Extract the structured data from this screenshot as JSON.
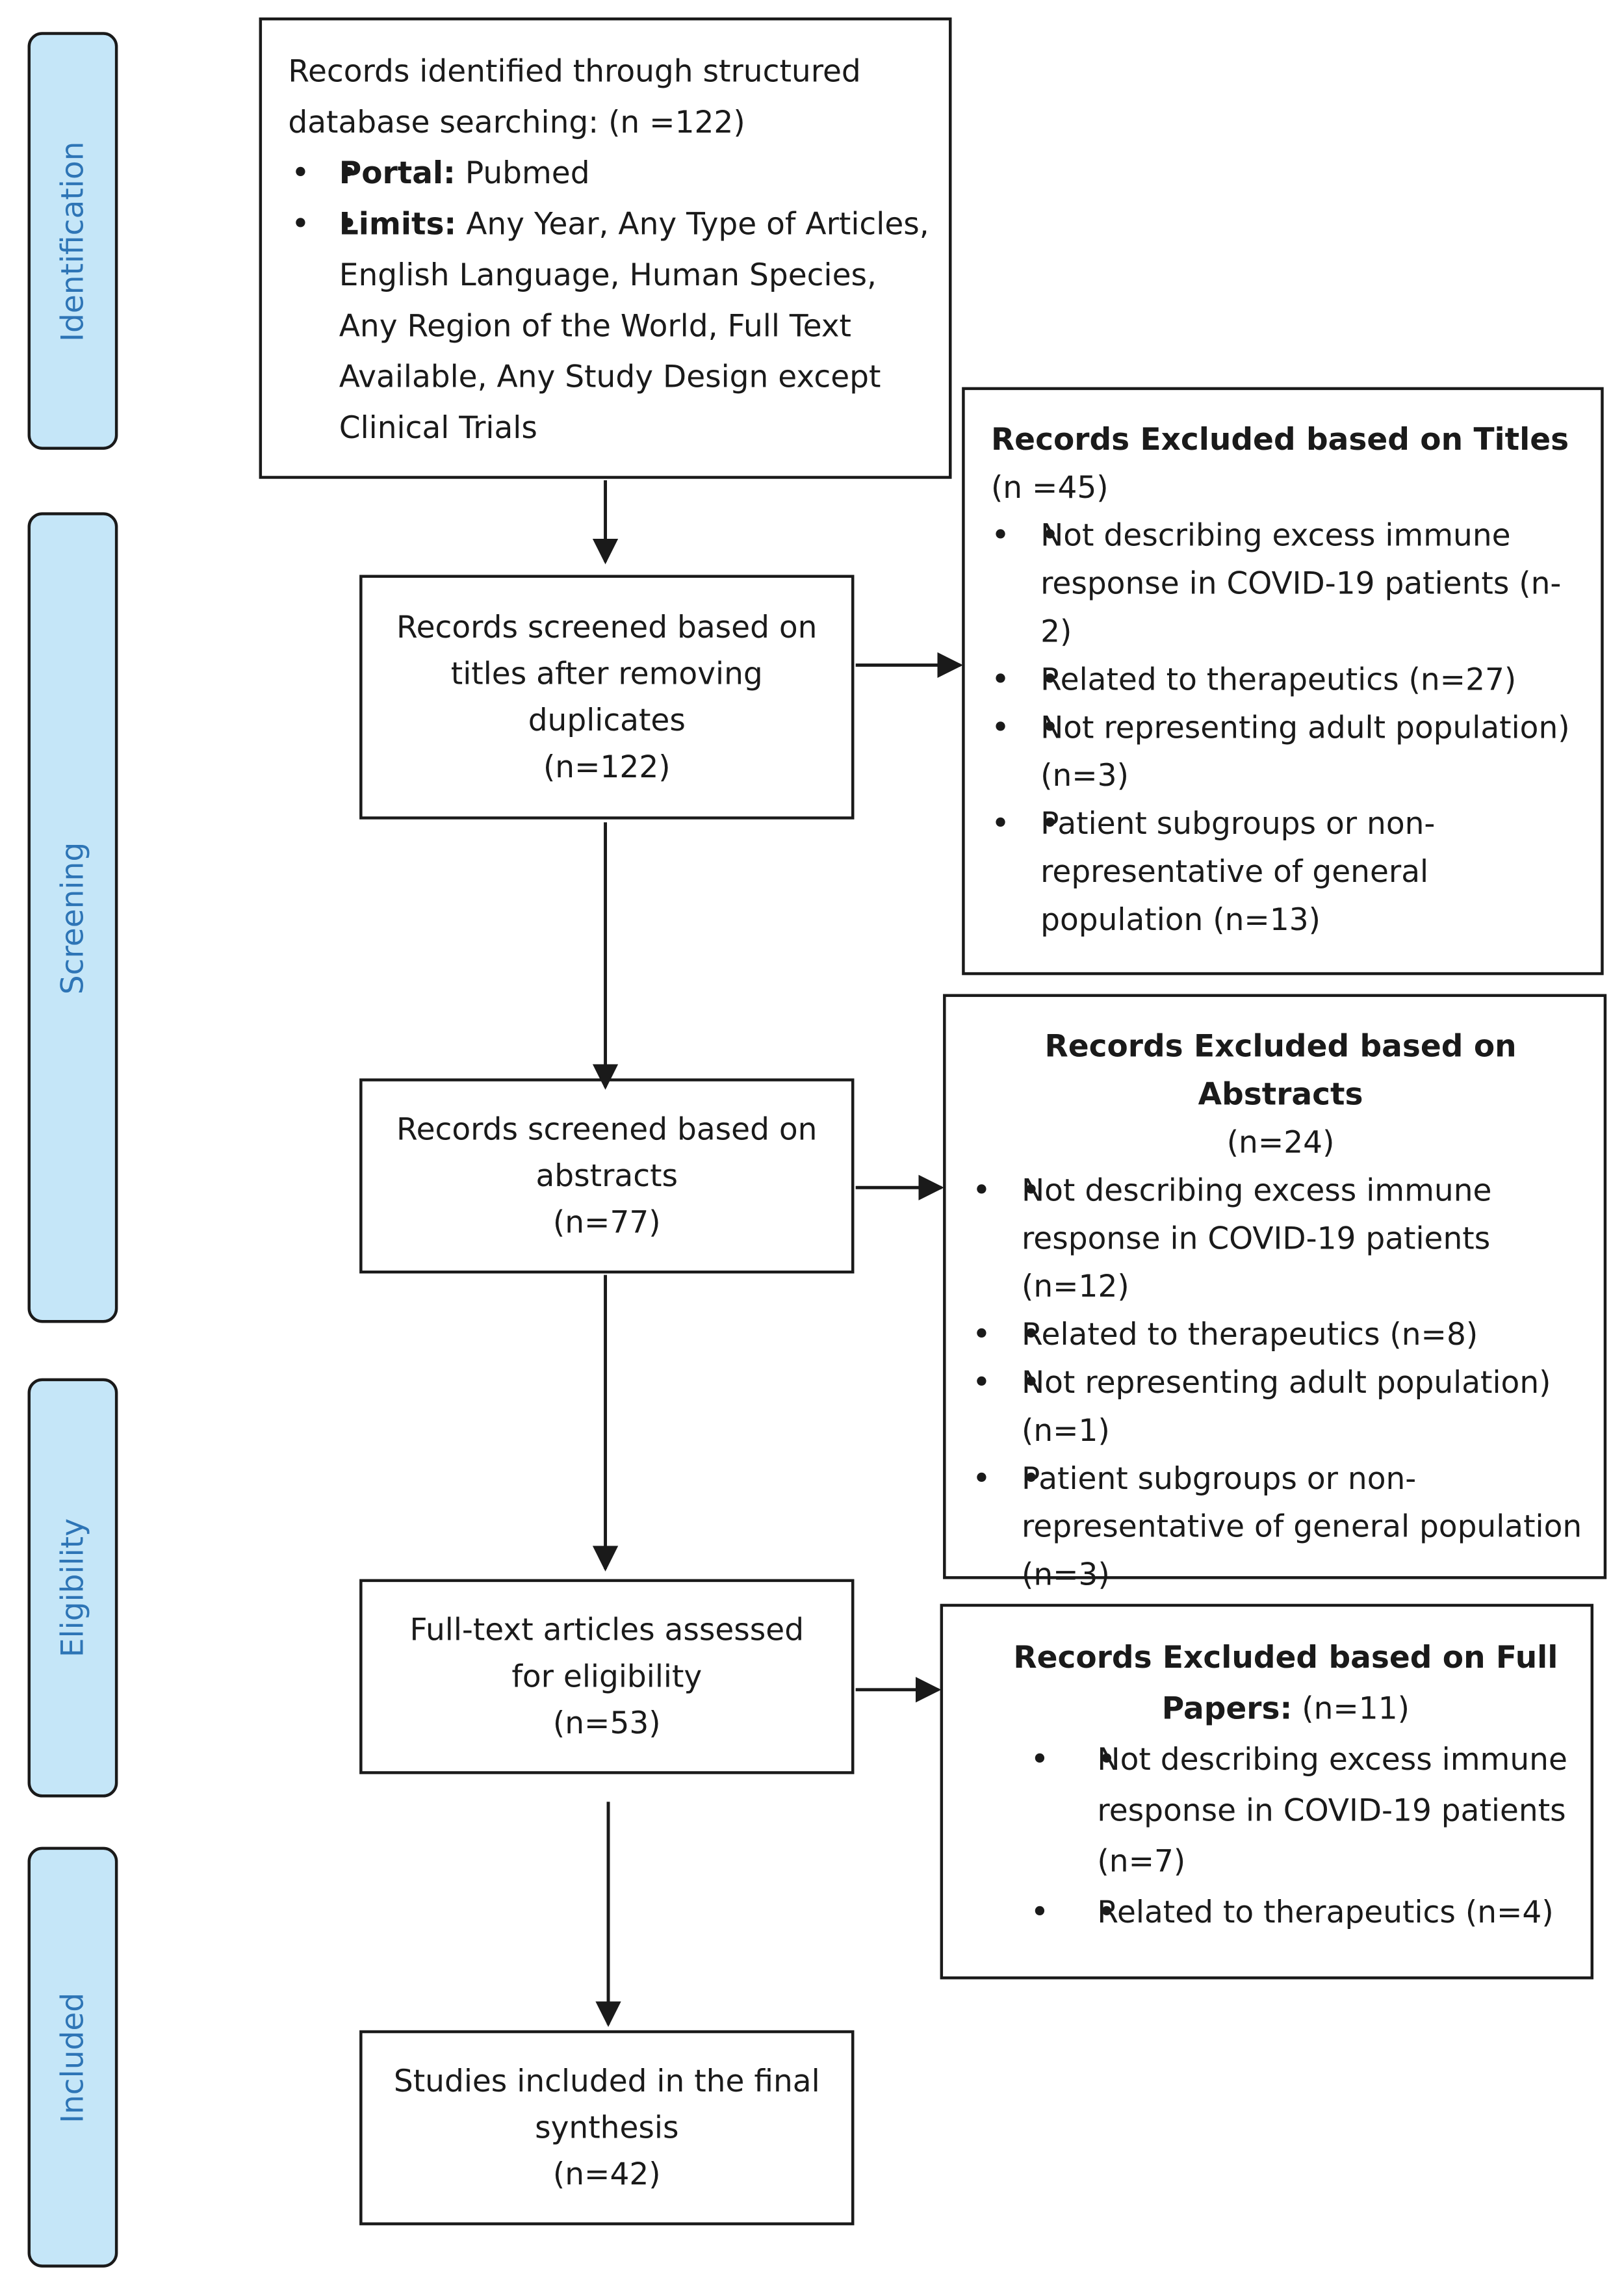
{
  "phases": [
    "Identification",
    "Screening",
    "Eligibility",
    "Included"
  ],
  "identification": {
    "intro": "Records identified through structured database searching: (n =122)",
    "items": [
      {
        "label": "Portal:",
        "text": " Pubmed"
      },
      {
        "label": "Limits:",
        "text": " Any Year, Any Type of Articles, English Language, Human Species, Any Region of the World, Full Text Available, Any Study Design except Clinical Trials"
      }
    ]
  },
  "flow": {
    "titles_screen": {
      "text": "Records screened based on titles after removing duplicates",
      "count": "(n=122)"
    },
    "abstracts_screen": {
      "text": "Records screened based on abstracts",
      "count": "(n=77)"
    },
    "fulltext": {
      "text": "Full-text articles assessed for eligibility",
      "count": "(n=53)"
    },
    "included": {
      "text": "Studies included in the final synthesis",
      "count": "(n=42)"
    }
  },
  "exclusions": {
    "titles": {
      "heading": "Records Excluded based on Titles",
      "count": " (n =45)",
      "items": [
        "Not describing excess immune response in COVID-19 patients (n-2)",
        "Related to therapeutics (n=27)",
        "Not representing adult population) (n=3)",
        "Patient subgroups or non-representative of general population (n=13)"
      ]
    },
    "abstracts": {
      "heading": "Records Excluded based on Abstracts",
      "count": "(n=24)",
      "items": [
        "Not describing excess immune response in COVID-19 patients (n=12)",
        "Related to therapeutics (n=8)",
        "Not representing adult population) (n=1)",
        "Patient subgroups or non-representative of general population (n=3)"
      ]
    },
    "fullpapers": {
      "heading": "Records Excluded based on Full Papers:",
      "count": " (n=11)",
      "items": [
        "Not describing excess immune response in COVID-19 patients (n=7)",
        "Related to therapeutics (n=4)"
      ]
    }
  }
}
